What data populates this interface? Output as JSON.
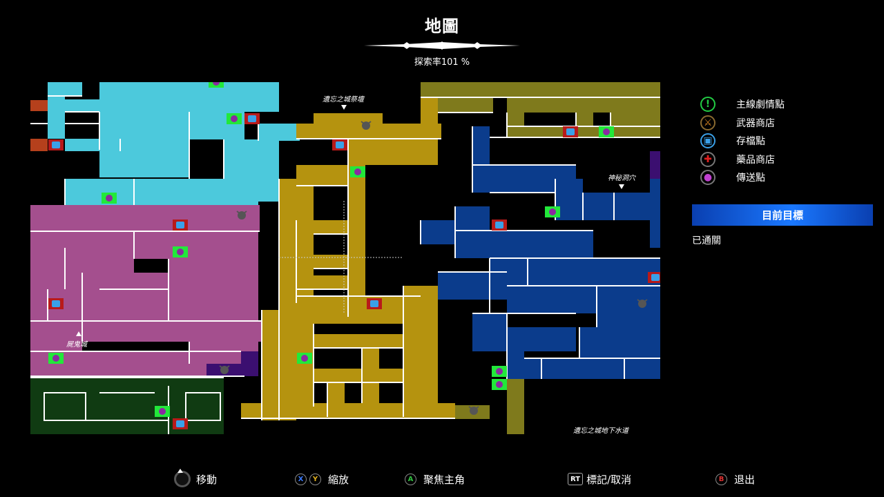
{
  "header": {
    "title": "地圖",
    "exploration_rate": "探索率101 %"
  },
  "legend": {
    "items": [
      {
        "label": "主線劇情點",
        "icon": "exclamation-icon",
        "symbol": "!",
        "color": "#22cc44"
      },
      {
        "label": "武器商店",
        "icon": "crossed-swords-icon",
        "symbol": "⚔",
        "color": "#d08020"
      },
      {
        "label": "存檔點",
        "icon": "save-point-icon",
        "symbol": "▣",
        "color": "#3aa0e8"
      },
      {
        "label": "藥品商店",
        "icon": "red-cross-icon",
        "symbol": "✚",
        "color": "#e02020"
      },
      {
        "label": "傳送點",
        "icon": "teleport-pin-icon",
        "symbol": "●",
        "color": "#c040d0"
      }
    ]
  },
  "objective": {
    "heading": "目前目標",
    "text": "已通關"
  },
  "map": {
    "area_labels": {
      "forgotten_castle_altar": "遺忘之城祭壇",
      "mysterious_cave": "神秘洞穴",
      "ghoul_town": "屍鬼城",
      "forgotten_castle_sewer": "遺忘之城地下水道"
    },
    "region_colors": {
      "cyan": "#4cc9dc",
      "magenta": "#a44f8e",
      "gold": "#b5930f",
      "olive": "#7f7a1c",
      "blue": "#0b3c8c",
      "green": "#103b12",
      "purple": "#3b0f70",
      "rust": "#b5401c"
    }
  },
  "footer": {
    "move": "移動",
    "zoom": "縮放",
    "focus": "聚焦主角",
    "mark": "標記/取消",
    "exit": "退出",
    "buttons": {
      "x": "X",
      "y": "Y",
      "a": "A",
      "rt": "RT",
      "b": "B"
    }
  }
}
